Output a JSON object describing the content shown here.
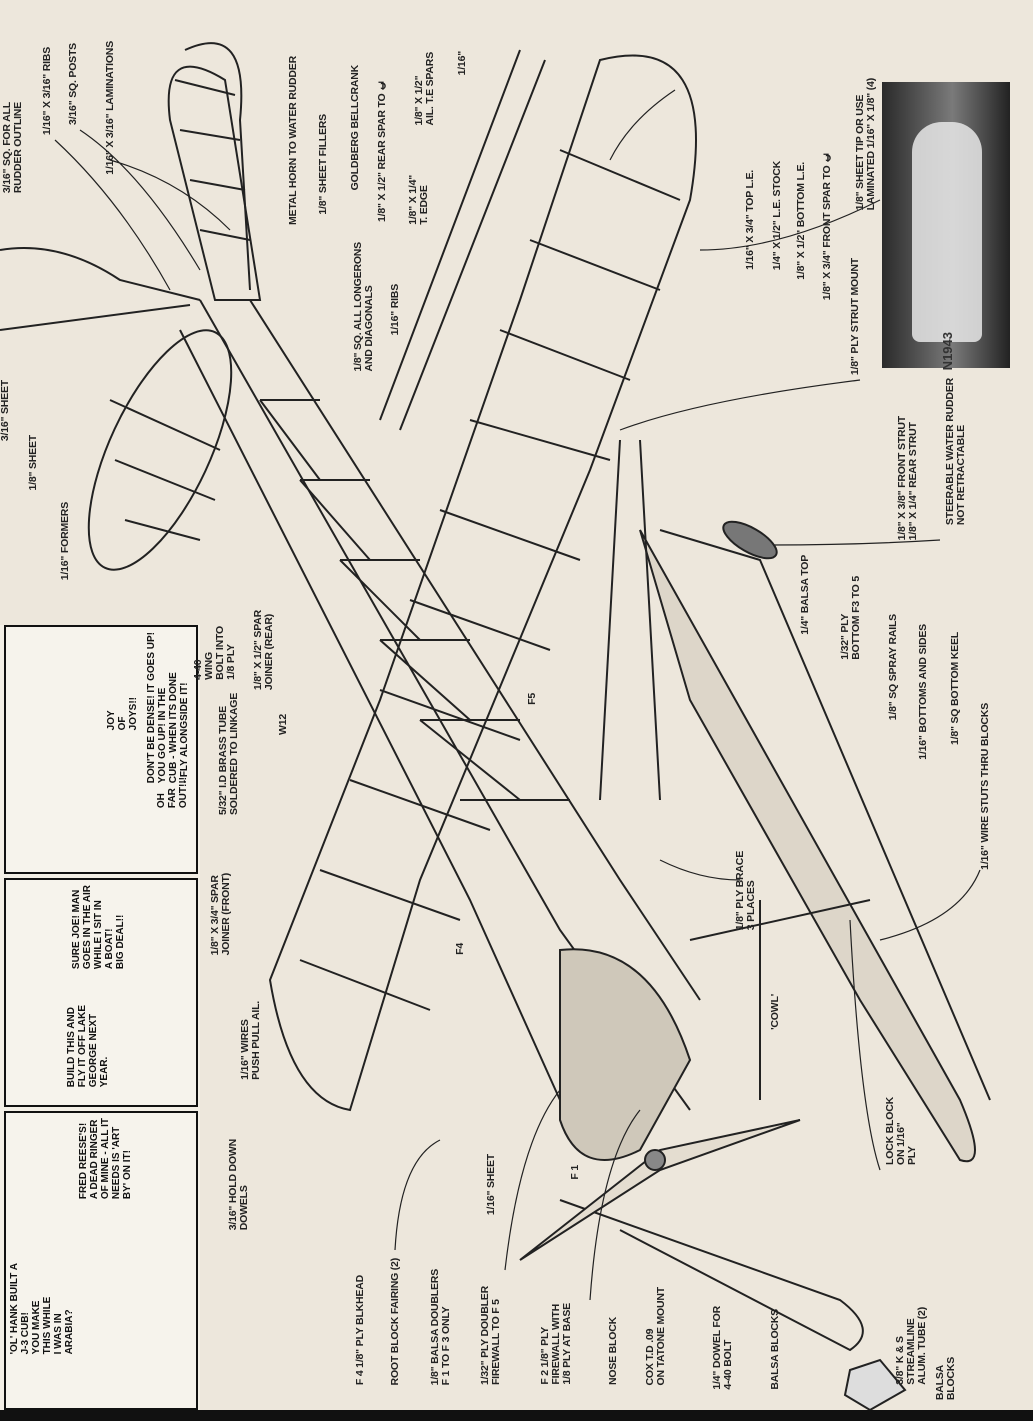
{
  "labels": [
    "3/16\" SQ. FOR ALL\nRUDDER OUTLINE",
    "1/16\" X 3/16\" RIBS",
    "3/16\" SQ. POSTS",
    "1/16\" X 3/16\" LAMINATIONS",
    "METAL HORN TO WATER RUDDER",
    "1/8\" SHEET FILLERS",
    "3/16\" SHEET",
    "1/8\" SHEET",
    "1/16\" FORMERS",
    "GOLDBERG BELLCRANK",
    "1/8\" SQ. ALL LONGERONS\nAND DIAGONALS",
    "1/16\" RIBS",
    "1/8\" X 1/2\" REAR SPAR TO ℄",
    "1/8\" X 1/4\"\nT. EDGE",
    "1/8\" X 1/2\"\nAIL. T.E SPARS",
    "1/16\"",
    "1/16\" X 3/4\" TOP L.E.",
    "1/4\" X 1/2\" L.E. STOCK",
    "1/8\" X 1/2\" BOTTOM L.E.",
    "1/8\" X 3/4\" FRONT SPAR TO ℄",
    "1/8\" PLY STRUT MOUNT",
    "1/8\" SHEET TIP OR USE\nLAMINATED 1/16\" X 1/8\" (4)",
    "1/8\" X 3/8\" FRONT STRUT\n1/8\" X 1/4\" REAR STRUT",
    "STEERABLE WATER RUDDER\nNOT RETRACTABLE",
    "1/4\" BALSA TOP",
    "1/32\" PLY\nBOTTOM F3 TO 5",
    "1/8\" SQ SPRAY RAILS",
    "1/16\" BOTTOMS AND SIDES",
    "1/8\" SQ BOTTOM KEEL",
    "1/16\" WIRE STUTS THRU BLOCKS",
    "1/8\" PLY BRACE\n3 PLACES",
    "1/8\" X 1/2\" SPAR\nJOINER (REAR)",
    "W12",
    "4-40\nWING\nBOLT INTO\n1/8 PLY",
    "5/32\" I.D BRASS TUBE\nSOLDERED TO LINKAGE",
    "1/8\" X 3/4\" SPAR\nJOINER (FRONT)",
    "F5",
    "F4",
    "'COWL'",
    "LOCK BLOCK\nON 1/16\"\nPLY",
    "1/16\" WIRES\nPUSH PULL AIL.",
    "3/16\" HOLD DOWN\nDOWELS",
    "F 4   1/8\" PLY BLKHEAD",
    "ROOT BLOCK FAIRING (2)",
    "1/8\" BALSA DOUBLERS\nF 1 TO F 3 ONLY",
    "1/16\" SHEET",
    "1/32\" PLY DOUBLER\nFIREWALL TO F 5",
    "F 1",
    "F 2  1/8\" PLY\nFIREWALL WITH\n1/8 PLY AT BASE",
    "NOSE BLOCK",
    "COX T.D .09\nON TATONE MOUNT",
    "1/4\" DOWEL FOR\n4-40 BOLT",
    "BALSA BLOCKS",
    "3/8\" K & S\nSTREAMLINE\nALUM. TUBE (2)",
    "BALSA\nBLOCKS"
  ],
  "photo": {
    "registration": "N1943"
  },
  "comic": {
    "panel1": [
      "'OL' HANK BUILT A\nJ-3 CUB!\nYOU MAKE\nTHIS WHILE\nI WAS IN\nARABIA?",
      "FRED REESE'S!\nA DEAD RINGER\nOF MINE - ALL IT\nNEEDS IS 'ART\nBY' ON IT!"
    ],
    "panel2": [
      "BUILD THIS AND\nFLY IT OFF LAKE\nGEORGE NEXT\nYEAR.",
      "SURE JOE! MAN\nGOES IN THE AIR\nWHILE I SIT IN\nA BOAT!\nBIG DEAL!!"
    ],
    "panel3": [
      "OH\nFAR\nOUT!!!",
      "JOY\nOF\nJOYS!!",
      "DON'T BE DENSE! IT GOES UP!\nYOU GO UP! IN THE\nCUB - WHEN ITS DONE\n- FLY ALONGSIDE IT!"
    ]
  }
}
